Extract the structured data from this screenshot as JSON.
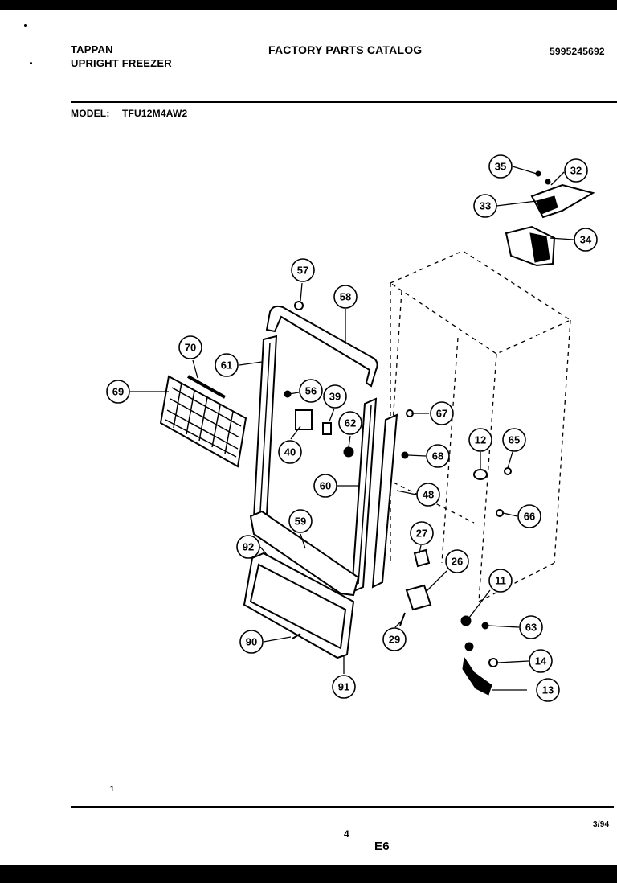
{
  "header": {
    "brand": "TAPPAN",
    "product": "UPRIGHT FREEZER",
    "catalog_title": "FACTORY PARTS CATALOG",
    "part_number": "5995245692",
    "model_label": "MODEL:",
    "model_value": "TFU12M4AW2"
  },
  "footer": {
    "page_number": "4",
    "section_code": "E6",
    "date": "3/94",
    "corner_mark": "1"
  },
  "callouts": [
    "35",
    "32",
    "33",
    "34",
    "57",
    "58",
    "70",
    "61",
    "69",
    "56",
    "39",
    "40",
    "62",
    "67",
    "60",
    "68",
    "12",
    "65",
    "48",
    "66",
    "59",
    "92",
    "27",
    "26",
    "11",
    "63",
    "90",
    "29",
    "14",
    "13",
    "91"
  ]
}
